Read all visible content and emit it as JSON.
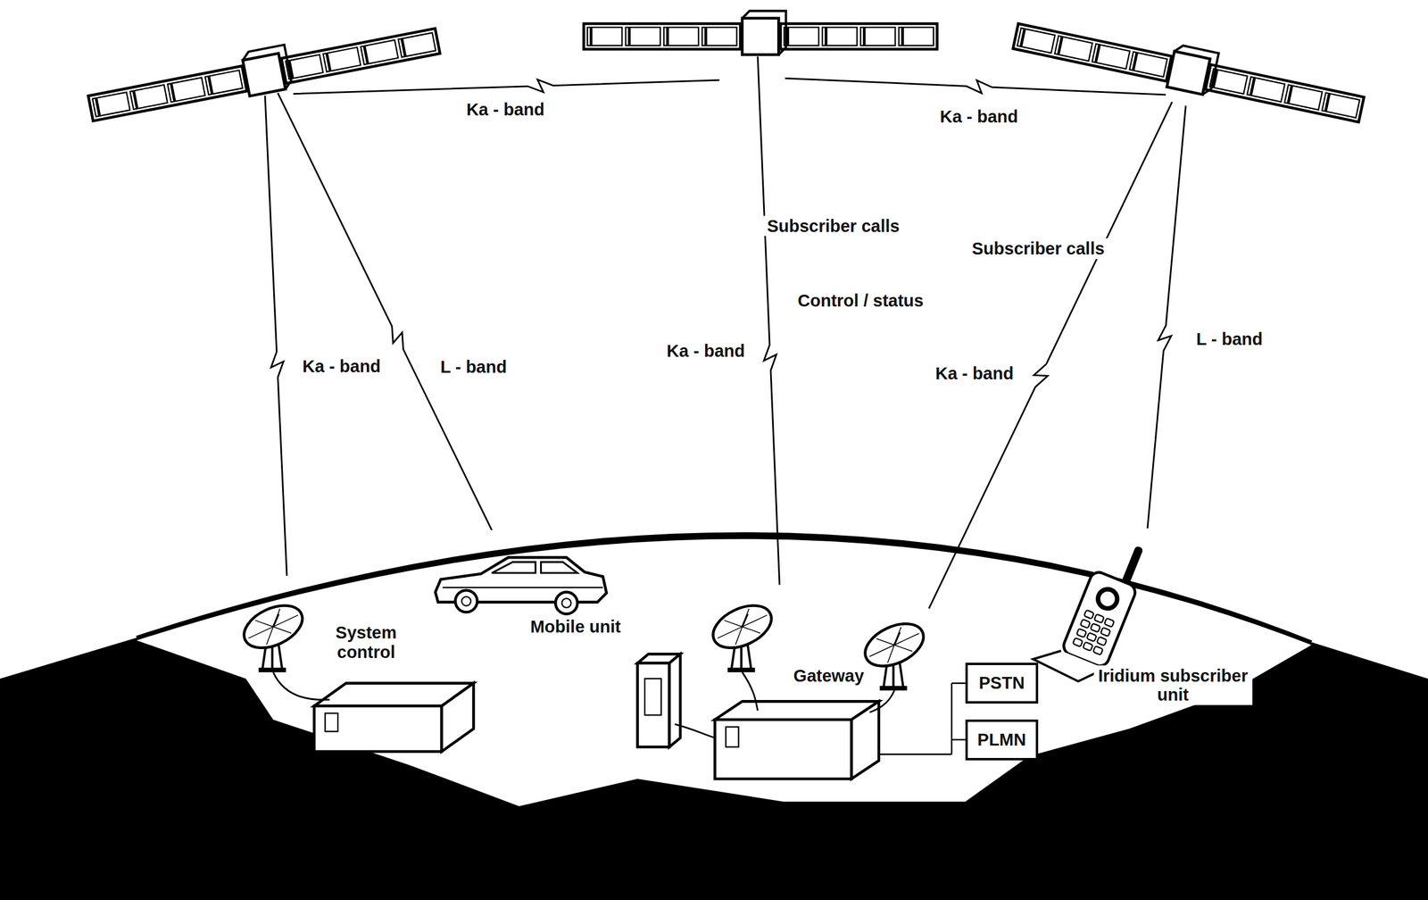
{
  "diagram": {
    "nodes": [
      {
        "text": [
          "PSTN"
        ]
      },
      {
        "text": [
          "PLMN"
        ]
      }
    ],
    "labels": [
      "Ka - band",
      "Ka - band",
      "Subscriber calls",
      "Control / status",
      "Ka - band",
      "L - band",
      "Ka - band",
      "Subscriber calls",
      "Ka - band",
      "L - band",
      "System control",
      "Mobile unit",
      "Gateway",
      "Iridium subscriber unit"
    ]
  }
}
